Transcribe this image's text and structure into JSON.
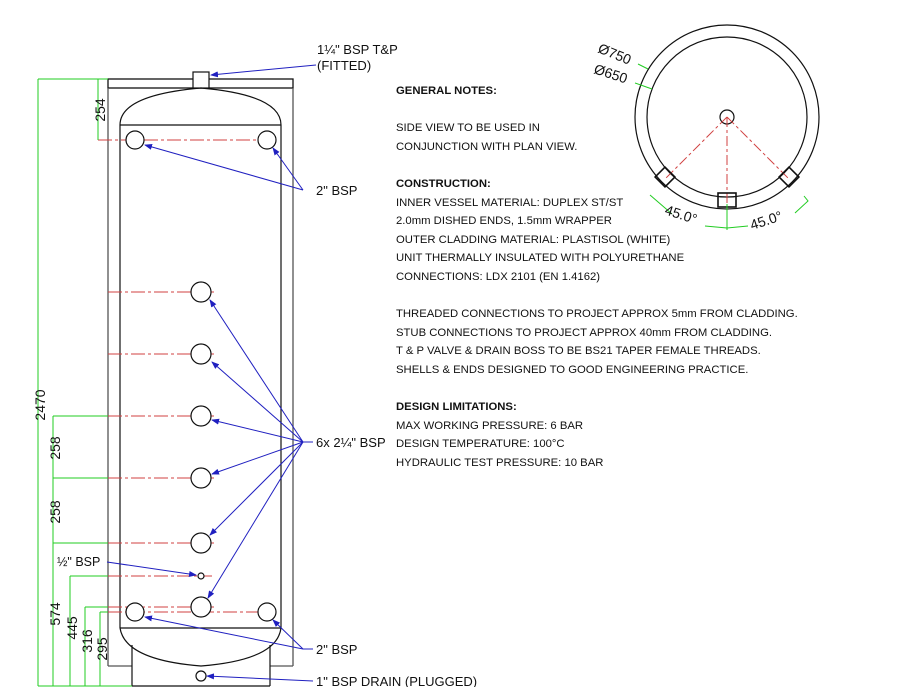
{
  "labels": {
    "tp_connection_line1": "1¼\" BSP T&P",
    "tp_connection_line2": "(FITTED)",
    "top_coil": "2\" BSP",
    "stub_connections": "6x 2¼\" BSP",
    "sensor_pocket": "½\" BSP",
    "bottom_coil": "2\" BSP",
    "drain": "1\" BSP DRAIN (PLUGGED)"
  },
  "dimensions": {
    "overall_height": "2470",
    "top_to_coil": "254",
    "stub_pitch_1": "258",
    "stub_pitch_2": "258",
    "lowest_stub": "574",
    "sensor_height": "445",
    "bottom_stub": "316",
    "bottom_coil": "295",
    "outer_diameter": "Ø750",
    "inner_diameter": "Ø650",
    "angle_left": "45.0°",
    "angle_right": "45.0°"
  },
  "notes": {
    "general_header": "GENERAL NOTES:",
    "general": [
      "SIDE VIEW TO BE USED IN",
      "CONJUNCTION WITH PLAN VIEW."
    ],
    "construction_header": "CONSTRUCTION:",
    "construction": [
      "INNER VESSEL MATERIAL: DUPLEX ST/ST",
      "2.0mm DISHED ENDS, 1.5mm WRAPPER",
      "OUTER CLADDING MATERIAL: PLASTISOL (WHITE)",
      "UNIT THERMALLY INSULATED WITH POLYURETHANE",
      "CONNECTIONS: LDX 2101 (EN 1.4162)"
    ],
    "connections": [
      "THREADED CONNECTIONS TO PROJECT APPROX 5mm FROM CLADDING.",
      "STUB CONNECTIONS TO PROJECT APPROX 40mm FROM CLADDING.",
      "T & P VALVE & DRAIN BOSS TO BE BS21 TAPER FEMALE THREADS.",
      "SHELLS & ENDS DESIGNED TO GOOD ENGINEERING PRACTICE."
    ],
    "limitations_header": "DESIGN LIMITATIONS:",
    "limitations": [
      "MAX WORKING PRESSURE: 6 BAR",
      "DESIGN TEMPERATURE: 100°C",
      "HYDRAULIC TEST PRESSURE: 10 BAR"
    ]
  },
  "colors": {
    "outline": "#111111",
    "cladding": "#555555",
    "centerline": "#d04040",
    "dimension": "#22cc22",
    "leader": "#2020c0"
  }
}
